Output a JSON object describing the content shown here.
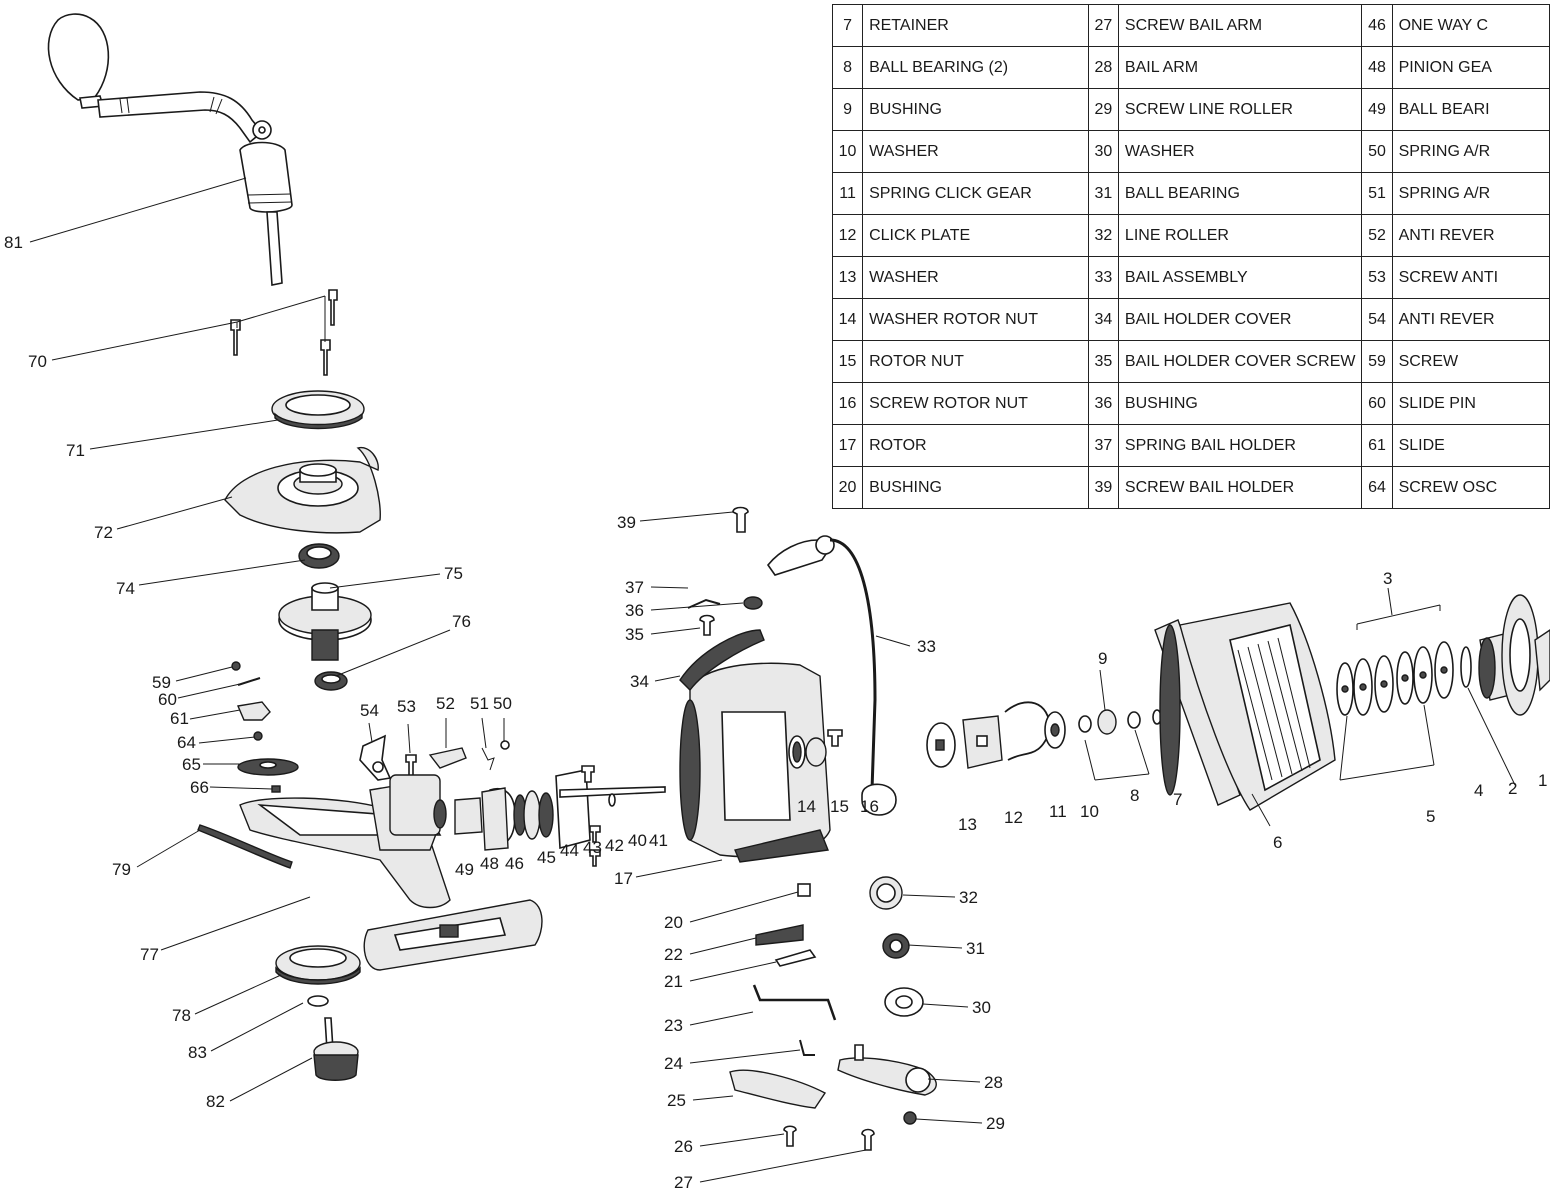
{
  "parts_table": {
    "rows": [
      [
        {
          "n": "7",
          "name": "RETAINER"
        },
        {
          "n": "27",
          "name": "SCREW BAIL ARM"
        },
        {
          "n": "46",
          "name": "ONE WAY C"
        }
      ],
      [
        {
          "n": "8",
          "name": "BALL BEARING (2)"
        },
        {
          "n": "28",
          "name": "BAIL ARM"
        },
        {
          "n": "48",
          "name": "PINION GEA"
        }
      ],
      [
        {
          "n": "9",
          "name": "BUSHING"
        },
        {
          "n": "29",
          "name": "SCREW LINE ROLLER"
        },
        {
          "n": "49",
          "name": "BALL BEARI"
        }
      ],
      [
        {
          "n": "10",
          "name": "WASHER"
        },
        {
          "n": "30",
          "name": "WASHER"
        },
        {
          "n": "50",
          "name": "SPRING A/R"
        }
      ],
      [
        {
          "n": "11",
          "name": "SPRING CLICK GEAR"
        },
        {
          "n": "31",
          "name": "BALL BEARING"
        },
        {
          "n": "51",
          "name": "SPRING A/R"
        }
      ],
      [
        {
          "n": "12",
          "name": "CLICK PLATE"
        },
        {
          "n": "32",
          "name": "LINE ROLLER"
        },
        {
          "n": "52",
          "name": "ANTI REVER"
        }
      ],
      [
        {
          "n": "13",
          "name": "WASHER"
        },
        {
          "n": "33",
          "name": "BAIL ASSEMBLY"
        },
        {
          "n": "53",
          "name": "SCREW ANTI"
        }
      ],
      [
        {
          "n": "14",
          "name": "WASHER ROTOR NUT"
        },
        {
          "n": "34",
          "name": "BAIL HOLDER COVER"
        },
        {
          "n": "54",
          "name": "ANTI REVER"
        }
      ],
      [
        {
          "n": "15",
          "name": "ROTOR NUT"
        },
        {
          "n": "35",
          "name": "BAIL HOLDER COVER SCREW"
        },
        {
          "n": "59",
          "name": "SCREW"
        }
      ],
      [
        {
          "n": "16",
          "name": "SCREW ROTOR NUT"
        },
        {
          "n": "36",
          "name": "BUSHING"
        },
        {
          "n": "60",
          "name": "SLIDE PIN"
        }
      ],
      [
        {
          "n": "17",
          "name": "ROTOR"
        },
        {
          "n": "37",
          "name": "SPRING BAIL HOLDER"
        },
        {
          "n": "61",
          "name": "SLIDE"
        }
      ],
      [
        {
          "n": "20",
          "name": "BUSHING"
        },
        {
          "n": "39",
          "name": "SCREW BAIL HOLDER"
        },
        {
          "n": "64",
          "name": "SCREW OSC"
        }
      ]
    ]
  },
  "callouts": [
    "81",
    "70",
    "71",
    "72",
    "74",
    "75",
    "76",
    "59",
    "60",
    "61",
    "64",
    "65",
    "66",
    "54",
    "53",
    "52",
    "51",
    "50",
    "79",
    "77",
    "78",
    "83",
    "82",
    "49",
    "48",
    "46",
    "45",
    "44",
    "43",
    "42",
    "40",
    "41",
    "17",
    "39",
    "37",
    "36",
    "35",
    "34",
    "33",
    "20",
    "22",
    "21",
    "23",
    "24",
    "25",
    "26",
    "27",
    "32",
    "31",
    "30",
    "28",
    "29",
    "14",
    "15",
    "16",
    "13",
    "12",
    "11",
    "10",
    "9",
    "8",
    "7",
    "6",
    "5",
    "4",
    "3",
    "2",
    "1"
  ]
}
